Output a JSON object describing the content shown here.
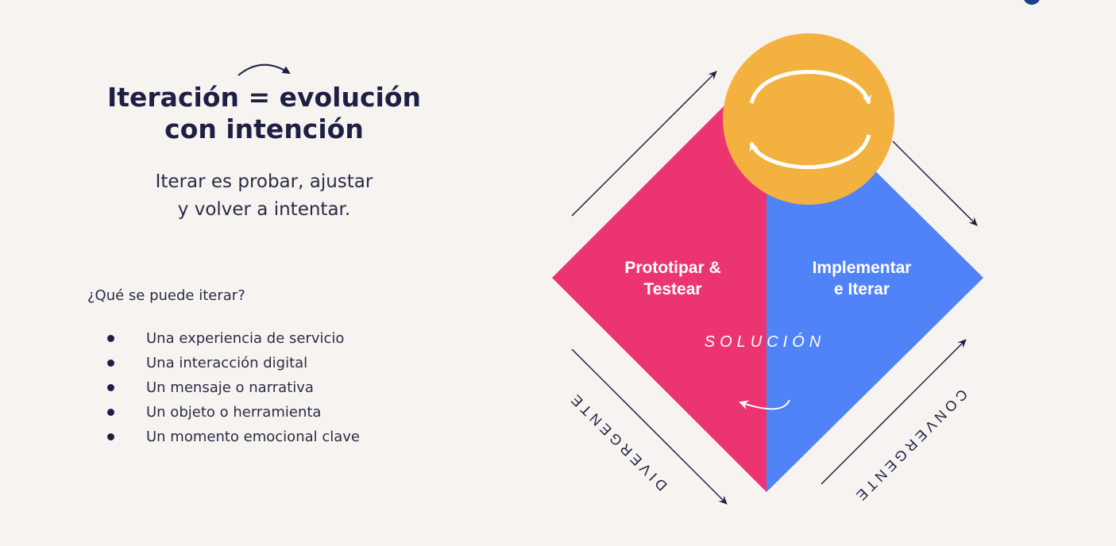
{
  "slide": {
    "title_line1": "Iteración = evolución",
    "title_line2": "con intención",
    "subtitle_line1": "Iterar es probar, ajustar",
    "subtitle_line2": "y volver a intentar.",
    "question": "¿Qué se puede iterar?",
    "items": [
      "Una experiencia de servicio",
      "Una interacción digital",
      "Un mensaje o narrativa",
      "Un objeto o herramienta",
      "Un momento emocional clave"
    ]
  },
  "diagram": {
    "left_label_line1": "Prototipar &",
    "left_label_line2": "Testear",
    "right_label_line1": "Implementar",
    "right_label_line2": "e Iterar",
    "center_label": "SOLUCIÓN",
    "divergent_label": "DIVERGENTE",
    "convergent_label": "CONVERGENTE",
    "colors": {
      "pink": "#ec3570",
      "blue": "#5083f7",
      "orange": "#f3b13f",
      "navy": "#1e2043"
    }
  }
}
